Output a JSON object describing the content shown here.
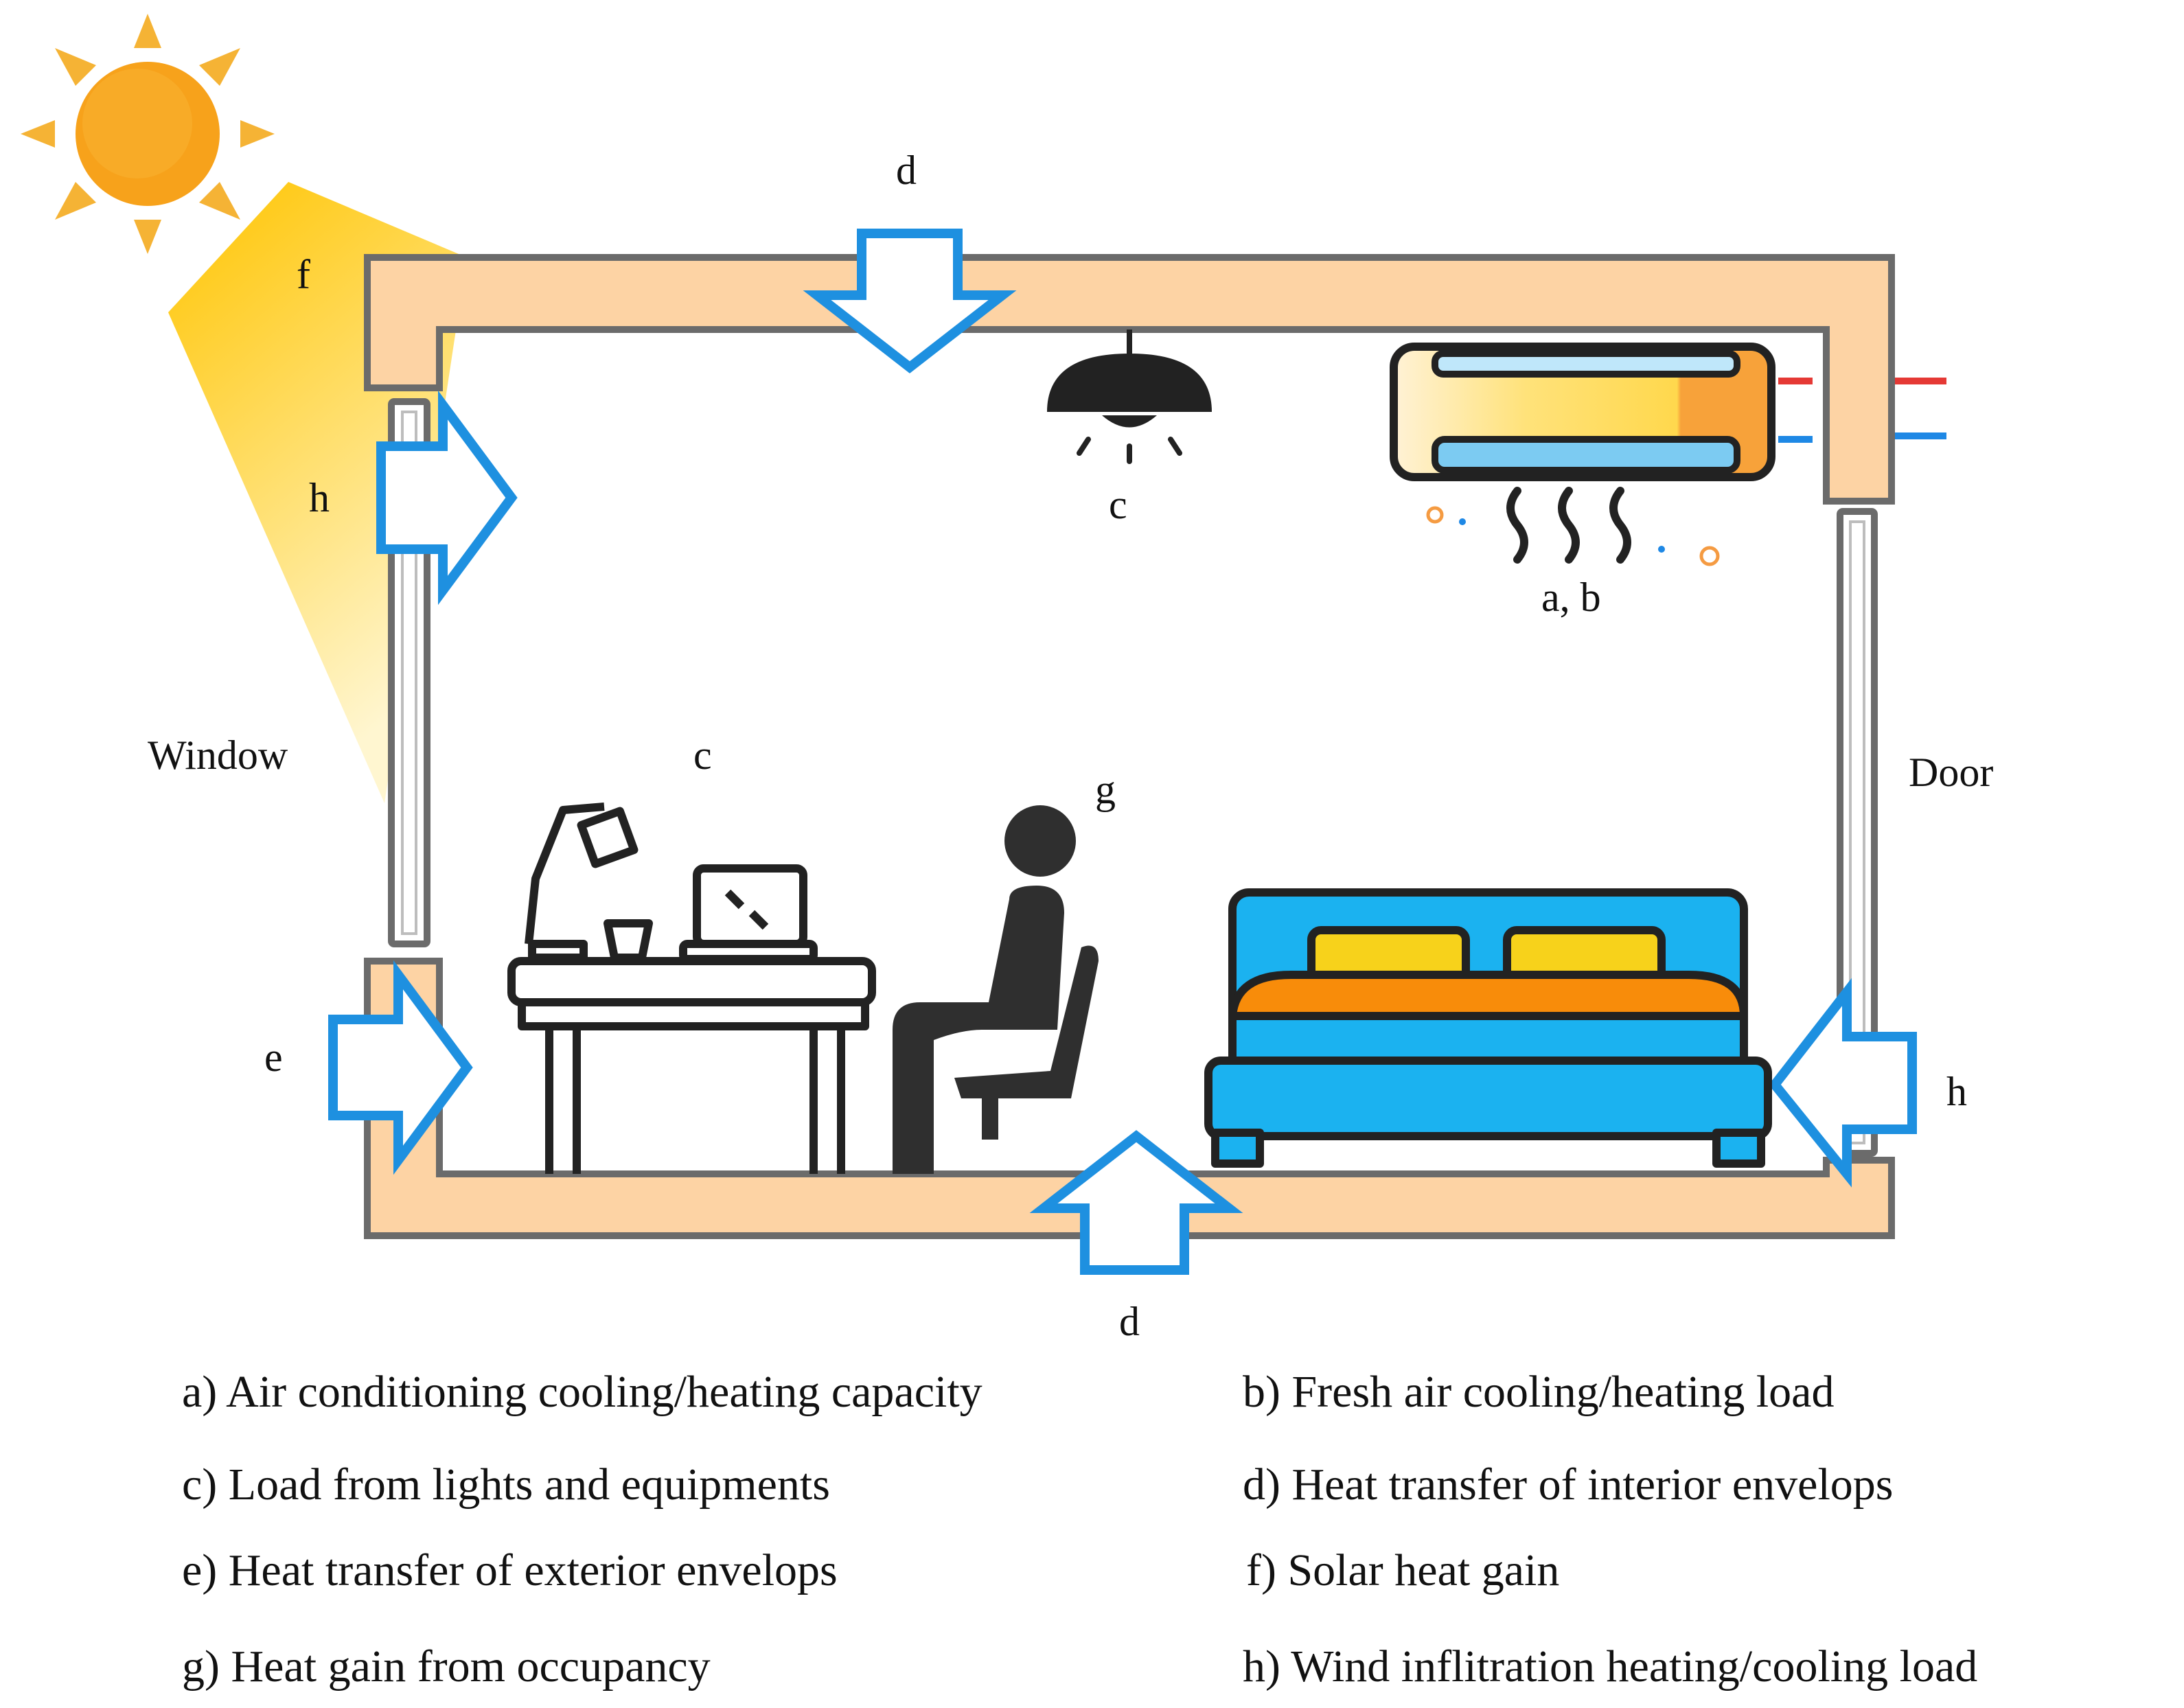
{
  "labels": {
    "ceiling_top": "d",
    "floor_bottom": "d",
    "solar": "f",
    "window_wind": "h",
    "door_wind": "h",
    "exterior_wall": "e",
    "ceiling_light": "c",
    "desk_equipment": "c",
    "occupant": "g",
    "air_conditioner": "a, b",
    "window": "Window",
    "door": "Door"
  },
  "legend": [
    "a) Air conditioning cooling/heating capacity",
    "b) Fresh air cooling/heating load",
    "c) Load from lights and equipments",
    "d) Heat transfer of interior envelops",
    "e) Heat transfer of exterior envelops",
    "f) Solar heat gain",
    "g) Heat gain from occupancy",
    "h) Wind inflitration heating/cooling load"
  ],
  "colors": {
    "wall_fill": "#FDD3A4",
    "wall_stroke": "#6B6B6B",
    "arrow_stroke": "#1E90E0",
    "sun": "#F7A21B",
    "sun_ray": "#FDD835",
    "bed_frame": "#1BB2F0",
    "pillow": "#F7D21B",
    "blanket": "#F88C0A",
    "person": "#2F2F2F"
  }
}
